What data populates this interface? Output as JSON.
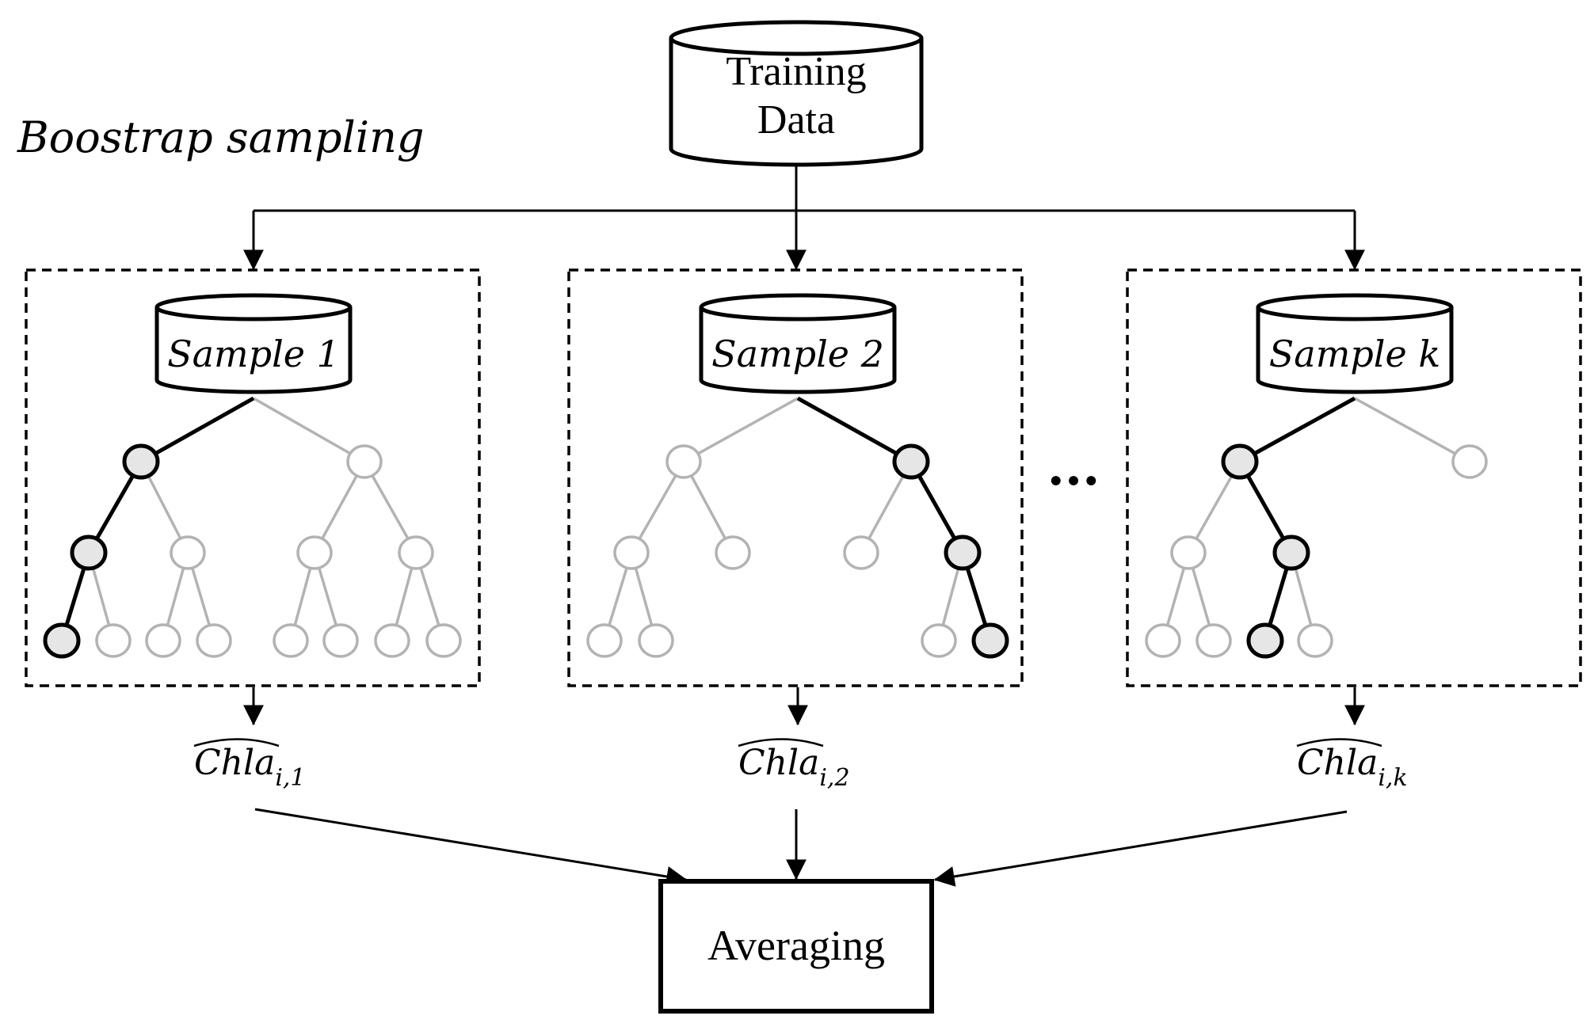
{
  "diagram": {
    "heading": "Boostrap sampling",
    "source": {
      "line1": "Training",
      "line2": "Data"
    },
    "samples": [
      {
        "label": "Sample 1",
        "output_base": "Chla",
        "output_subscript": "i,1"
      },
      {
        "label": "Sample 2",
        "output_base": "Chla",
        "output_subscript": "i,2"
      },
      {
        "label": "Sample k",
        "output_base": "Chla",
        "output_subscript": "i,k"
      }
    ],
    "ellipsis": "...",
    "aggregate": "Averaging"
  }
}
